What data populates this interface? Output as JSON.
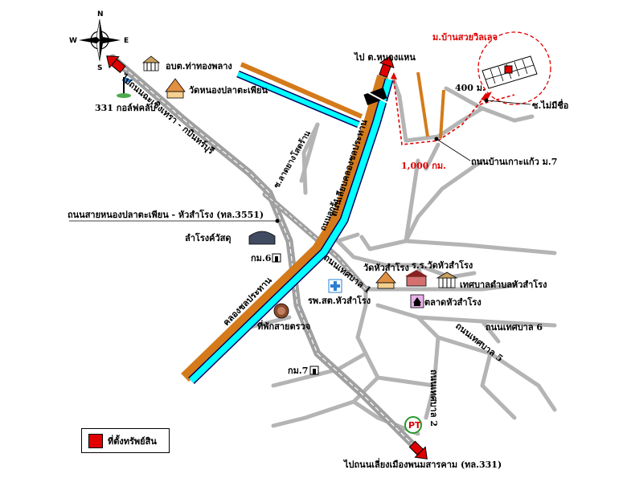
{
  "compass": {
    "n": "N",
    "s": "S",
    "e": "E",
    "w": "W"
  },
  "labels": {
    "to_nong_haen": "ไป ต.หนองแหน",
    "ban_suay_villa": "ม.บ้านสวยวิลเลจ",
    "dist_400": "400 ม.",
    "soi_no_name": "ซ.ไม่มีชื่อ",
    "dist_1000": "1,000 กม.",
    "road_ban_koh_kaew": "ถนนบ้านเกาะแก้ว ม.7",
    "obt_tha_thong_phlang": "อบต.ท่าทองพลาง",
    "wat_nong_pla": "วัดหนองปลาตะเพียน",
    "golf_331": "331 กอล์ฟคลับ",
    "road_chachoengsao": "ไปถนนฉะเชิงเทรา - กบินทร์บุรี",
    "khlong_road_upper": "ถนนเลียบคลองชลประทาน",
    "soi_abc": "ซ.ลาดยางโสตร้าน",
    "road_3551": "ถนนสายหนองปลาตะเพียน - หัวสำโรง (ทล.3551)",
    "road_dirt": "ถนนลูกรัง",
    "warehouse": "ลำโรงค์วัสดุ",
    "km6": "กม.6",
    "wat_hua_samrong": "วัดหัวสำโรง",
    "school": "ร.ร.วัดหัวสำโรง",
    "road_thesaban1": "ถนนเทศบาล 1",
    "municipality": "เทศบาลตำบลหัวสำโรง",
    "hospital": "รพ.สต.หัวสำโรง",
    "market": "ตลาดหัวสำโรง",
    "khlong_lower": "คลองชลประทาน",
    "checkpoint": "ที่พักสายตรวจ",
    "road_thesaban6": "ถนนเทศบาล 6",
    "road_thesaban5": "ถนนเทศบาล 5",
    "km7": "กม.7",
    "road_thesaban2": "ถนนเทศบาล 2",
    "to_phanom_sarakham": "ไปถนนเลี่ยงเมืองพนมสารคาม (ทล.331)"
  },
  "legend": {
    "text": "ที่ตั้งทรัพย์สิน"
  },
  "colors": {
    "canal": "#00ffff",
    "canal_edge": "#000080",
    "orange_road": "#d47a1a",
    "grey_road": "#b4b4b4",
    "red": "#e00000"
  }
}
